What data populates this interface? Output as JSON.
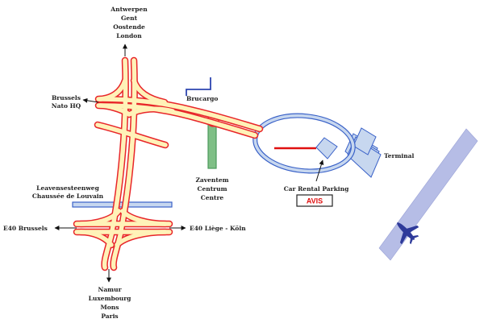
{
  "colors": {
    "road_fill": "#fff2b8",
    "road_edge": "#e8262a",
    "blue_road": "#3a62c8",
    "blue_fill": "#c7d7ef",
    "green_road": "#4a9a5a",
    "runway": "#b6bde6",
    "airplane": "#2e3a9a",
    "avis": "#e01010"
  },
  "labels": {
    "north": [
      "Antwerpen",
      "Gent",
      "Oostende",
      "London"
    ],
    "brussels_nato": [
      "Brussels",
      "Nato  HQ"
    ],
    "brucargo": "Brucargo",
    "zaventem": [
      "Zaventem",
      "Centrum",
      "Centre"
    ],
    "terminal": "Terminal",
    "car_rental": "Car Rental Parking",
    "avis": "AVIS",
    "leuven": [
      "Leavensesteenweg",
      "Chaussée de  Louvain"
    ],
    "e40_west": "E40 Brussels",
    "e40_east": "E40  Liège -   Köln",
    "south": [
      "Namur",
      "Luxembourg",
      "Mons",
      "Paris"
    ]
  },
  "icons": {
    "airplane": "airplane-icon",
    "arrow": "arrow-icon"
  }
}
